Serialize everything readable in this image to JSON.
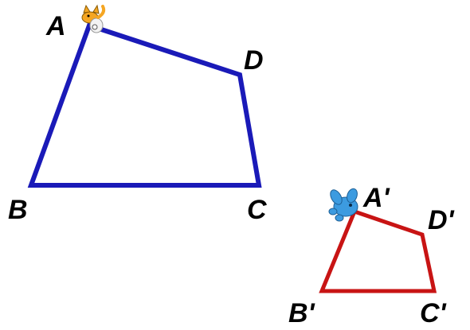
{
  "shapes": {
    "original": {
      "color": "#1a1ab8",
      "sprite_icon": "cat-sprite-icon",
      "vertices": {
        "A": "A",
        "B": "B",
        "C": "C",
        "D": "D"
      }
    },
    "image": {
      "color": "#c81414",
      "sprite_icon": "dog-sprite-icon",
      "vertices": {
        "A": "A'",
        "B": "B'",
        "C": "C'",
        "D": "D'"
      }
    }
  }
}
